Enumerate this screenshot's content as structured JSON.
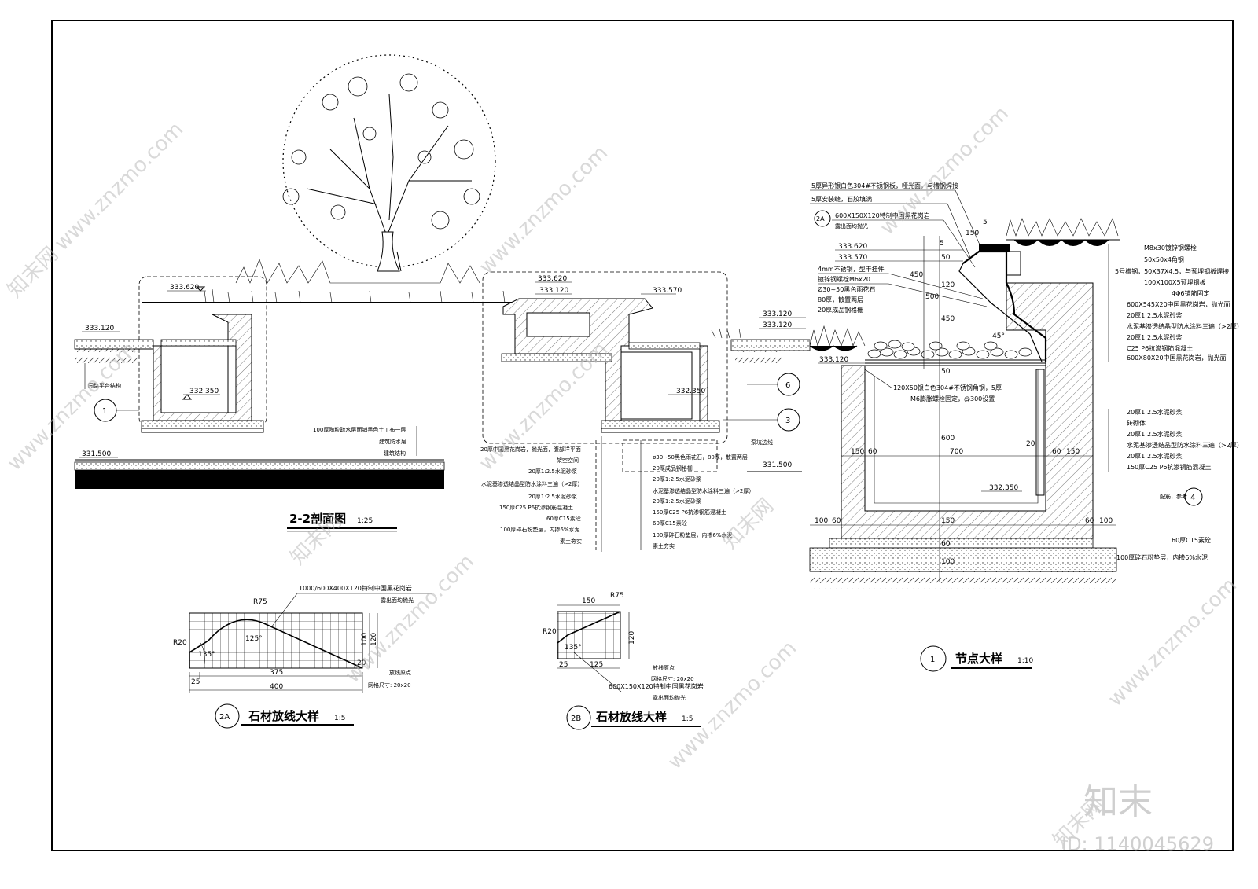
{
  "watermark": {
    "site": "www.znzmo.com",
    "brand_cn": "知末网",
    "logo": "知末",
    "id": "ID: 1140045629"
  },
  "section22": {
    "title": "2-2剖面图",
    "scale": "1:25",
    "elev_333_620": "333.620",
    "elev_333_120_left": "333.120",
    "elev_332_350_left": "332.350",
    "elev_331_500_left": "331.500",
    "elev_333_620_mid": "333.620",
    "elev_333_120_mid": "333.120",
    "elev_333_570": "333.570",
    "elev_332_350_mid": "332.350",
    "elev_333_120_r1": "333.120",
    "elev_333_120_r2": "333.120",
    "elev_331_500_right": "331.500",
    "note_structure": "园路平台结构",
    "mark1": "1",
    "mark6": "6",
    "mark3": "3",
    "note_roof": "泵坑边线",
    "left_labels": [
      "100厚陶粒疏水层面铺黑色土工布一层",
      "建筑防水层",
      "建筑结构"
    ],
    "mid_labels": [
      "20厚1:2.5水泥砂浆",
      "水泥基渗透结晶型防水涂料三遍（>2厚）",
      "20厚1:2.5水泥砂浆",
      "150厚C25 P6抗渗钢筋混凝土",
      "60厚C15素砼",
      "100厚碎石粉垫层，内掺6%水泥",
      "素土夯实"
    ],
    "mid_top_labels": [
      "20厚中国黑花岗岩，抛光面，腹部洋平面",
      "架空空间"
    ],
    "right_labels": [
      "ø30~50黑色雨花石，80厚，散置两层",
      "20厚成品钢格栅",
      "20厚1:2.5水泥砂浆",
      "水泥基渗透结晶型防水涂料三遍（>2厚）",
      "20厚1:2.5水泥砂浆",
      "150厚C25 P6抗渗钢筋混凝土",
      "60厚C15素砼",
      "100厚碎石粉垫层，内掺6%水泥",
      "素土夯实"
    ]
  },
  "detail2A": {
    "title": "石材放线大样",
    "mark": "2A",
    "scale": "1:5",
    "note_top": "1000/600X400X120特制中国黑花岗岩",
    "note_top2": "露出面均抛光",
    "r75": "R75",
    "r20": "R20",
    "a125": "125°",
    "a135": "135°",
    "d25": "25",
    "d375": "375",
    "d400": "400",
    "d100": "100",
    "d120": "120",
    "d20": "20",
    "note_pt": "放线原点",
    "note_grid": "网格尺寸: 20x20"
  },
  "detail2B": {
    "title": "石材放线大样",
    "mark": "2B",
    "scale": "1:5",
    "r75": "R75",
    "r20": "R20",
    "a135": "135°",
    "d150": "150",
    "d120": "120",
    "d25": "25",
    "d125": "125",
    "note_pt": "放线原点",
    "note_grid": "网格尺寸: 20x20",
    "note_stone": "600X150X120特制中国黑花岗岩",
    "note_stone2": "露出面均抛光"
  },
  "node": {
    "title": "节点大样",
    "mark": "1",
    "scale": "1:10",
    "top_labels": [
      "5厚异形银白色304#不锈钢板，哑光面，与槽钢焊接",
      "5厚安装缝，石胶填满",
      "600X150X120特制中国黑花岗岩",
      "露出面均抛光"
    ],
    "mark2A": "2A",
    "elev_333_620": "333.620",
    "elev_333_570": "333.570",
    "elev_333_120": "333.120",
    "elev_332_350": "332.350",
    "left_labels": [
      "4mm不锈钢，型干挂件",
      "镀锌钢螺栓M6x20",
      "Ø30~50黑色雨花石",
      "80厚，散置两层",
      "20厚成品钢格栅"
    ],
    "right_labels_top": [
      "M8x30镀锌钢螺栓",
      "50x50x4角钢",
      "5号槽钢，50X37X4.5，与预埋钢板焊接",
      "100X100X5预埋钢板",
      "4Φ6锚筋固定",
      "600X545X20中国黑花岗岩，抛光面",
      "20厚1:2.5水泥砂浆",
      "水泥基渗透结晶型防水涂料三遍（>2厚）",
      "20厚1:2.5水泥砂浆",
      "C25 P6抗渗钢筋混凝土",
      "600X80X20中国黑花岗岩，抛光面"
    ],
    "mid_note": "120X50银白色304#不锈钢角钢，5厚",
    "mid_note2": "M6膨胀螺栓固定，@300设置",
    "right_labels_mid": [
      "20厚1:2.5水泥砂浆",
      "砖砌体",
      "20厚1:2.5水泥砂浆",
      "水泥基渗透结晶型防水涂料三遍（>2厚）",
      "20厚1:2.5水泥砂浆",
      "150厚C25 P6抗渗钢筋混凝土"
    ],
    "note_rebar": "配筋，参考",
    "mark4": "4",
    "bottom_labels": [
      "60厚C15素砼",
      "100厚碎石粉垫层，内掺6%水泥"
    ],
    "dims_v": [
      "5",
      "50",
      "120",
      "450",
      "500",
      "450",
      "50",
      "600",
      "150",
      "60",
      "100"
    ],
    "dims_h_top": [
      "150",
      "5"
    ],
    "dims_mid": [
      "150",
      "60",
      "700",
      "60",
      "150",
      "20"
    ],
    "dims_bot": [
      "100",
      "60",
      "60",
      "100"
    ],
    "angle": "45°"
  }
}
